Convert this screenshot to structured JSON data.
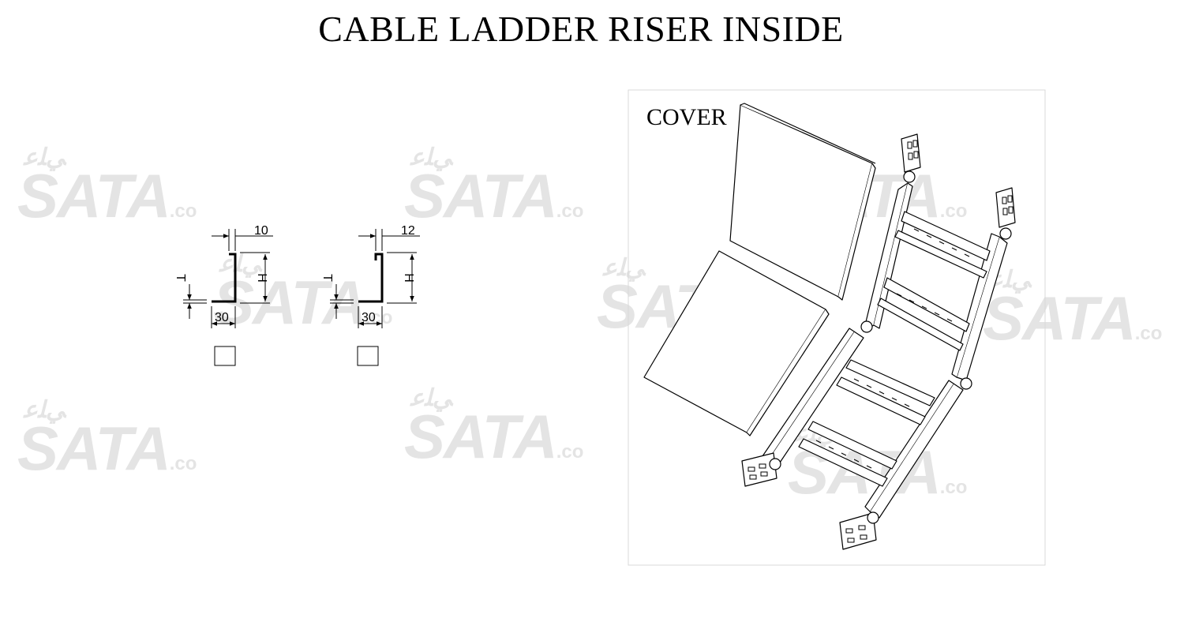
{
  "title": "CABLE LADDER RISER INSIDE",
  "watermark": {
    "brand": "SATA",
    "suffix": ".co",
    "top_glyphs": "ﻲﻠﻋ"
  },
  "profile_left": {
    "top_dim": "10",
    "bottom_dim": "30",
    "height_label": "H",
    "thickness_label": "T"
  },
  "profile_right": {
    "top_dim": "12",
    "bottom_dim": "30",
    "height_label": "H",
    "thickness_label": "T"
  },
  "view": {
    "cover_label": "COVER"
  },
  "colors": {
    "line": "#000000",
    "watermark": "#e4e4e4",
    "frame": "#d9d9d9"
  }
}
